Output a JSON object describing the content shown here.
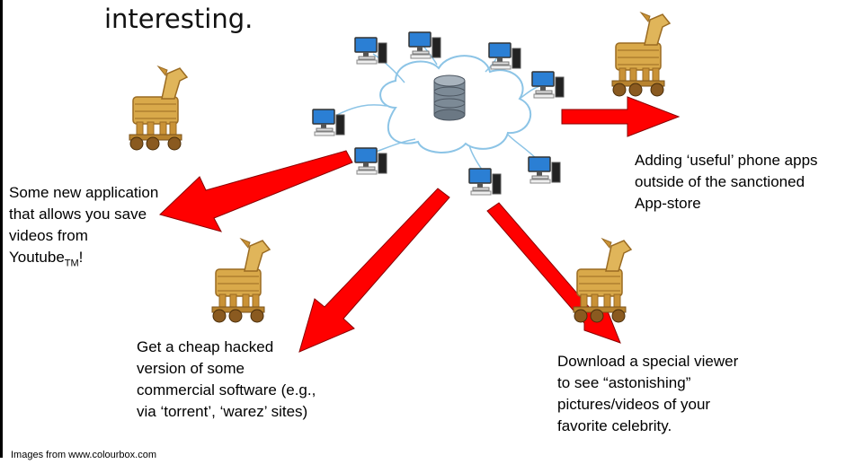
{
  "title": "interesting.",
  "labels": {
    "youtube_main": "Some new application that allows you save videos from Youtube",
    "youtube_sub": "TM",
    "youtube_tail": "!",
    "phone_apps": "Adding ‘useful’ phone apps\noutside of the sanctioned\nApp-store",
    "hacked_software": "Get a cheap hacked\nversion of some\ncommercial software (e.g.,\nvia ‘torrent’, ‘warez’ sites)",
    "celebrity_viewer": "Download a special viewer\nto see “astonishing”\npictures/videos of your\nfavorite celebrity."
  },
  "credit": "Images from www.colourbox.com",
  "colors": {
    "arrow": "#ff0000",
    "arrow_outline": "#8a0000",
    "cloud_line": "#8cc4e6",
    "horse_wood": "#d9a94a"
  },
  "icons": [
    "trojan-horse-icon",
    "computer-icon",
    "database-icon",
    "cloud-icon"
  ]
}
